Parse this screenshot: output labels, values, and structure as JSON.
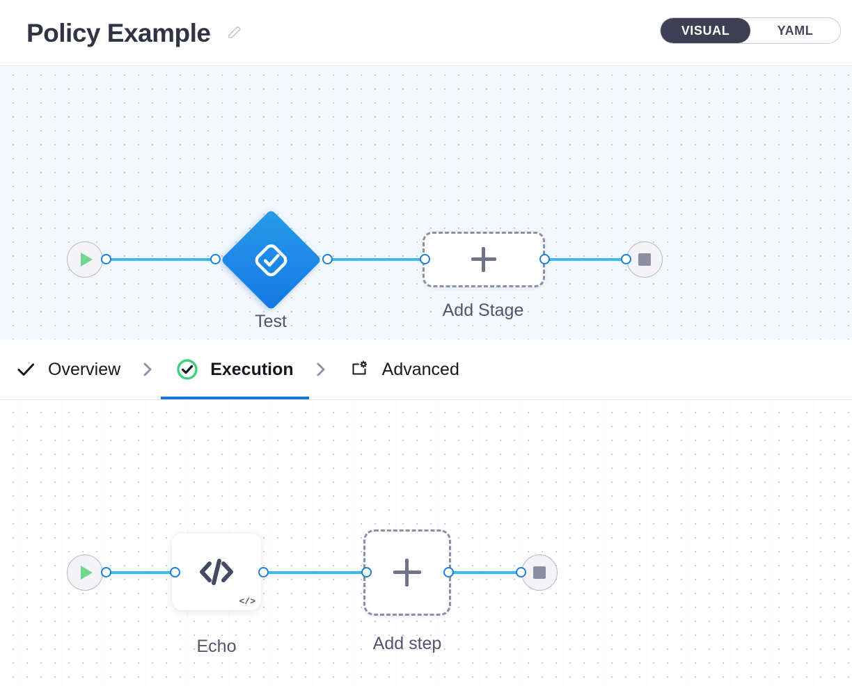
{
  "header": {
    "title": "Policy Example",
    "edit_icon": "pencil-icon",
    "view_toggle": {
      "options": [
        "VISUAL",
        "YAML"
      ],
      "selected": "VISUAL",
      "visual_label": "VISUAL",
      "yaml_label": "YAML"
    }
  },
  "stage_canvas": {
    "start_node": {
      "icon": "play-icon",
      "label": ""
    },
    "nodes": [
      {
        "label": "Test",
        "icon": "test-badge-check-icon",
        "type": "stage"
      },
      {
        "label": "Add Stage",
        "icon": "plus-icon",
        "type": "add"
      }
    ],
    "end_node": {
      "icon": "stop-square-icon",
      "label": ""
    }
  },
  "tabs": [
    {
      "label": "Overview",
      "icon": "check-icon",
      "active": false
    },
    {
      "label": "Execution",
      "icon": "check-circle-green-icon",
      "active": true
    },
    {
      "label": "Advanced",
      "icon": "box-gear-icon",
      "active": false
    }
  ],
  "tab_separator": "chevron-right-icon",
  "step_canvas": {
    "start_node": {
      "icon": "play-icon"
    },
    "nodes": [
      {
        "label": "Echo",
        "icon": "code-icon",
        "badge": "</>",
        "type": "step"
      },
      {
        "label": "Add step",
        "icon": "plus-icon",
        "type": "add"
      }
    ],
    "end_node": {
      "icon": "stop-square-icon"
    }
  },
  "colors": {
    "accent_blue": "#1878cc",
    "wire_blue": "#3fb8f0",
    "stage_blue": "#1478e4",
    "success_green": "#3fd07d",
    "play_green": "#72d68f",
    "toggle_dark": "#3c4052",
    "canvas_top_bg": "#f2f9fd"
  }
}
